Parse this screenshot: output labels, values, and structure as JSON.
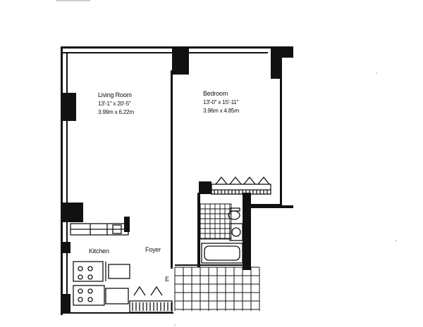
{
  "rooms": {
    "living": {
      "name": "Living Room",
      "dim_imperial": "13'-1\" x 20'-5\"",
      "dim_metric": "3.99m x 6.22m"
    },
    "bedroom": {
      "name": "Bedroom",
      "dim_imperial": "13'-0\" x 15'-11\"",
      "dim_metric": "3.96m x 4.85m"
    },
    "kitchen": {
      "name": "Kitchen"
    },
    "foyer": {
      "name": "Foyer"
    }
  },
  "entry_marker": "E",
  "icons": {
    "stove": "stove-burners-icon",
    "sink": "sink-icon",
    "toilet": "toilet-icon",
    "bathtub": "bathtub-icon",
    "radiator": "radiator-icon",
    "door": "door-swing-icon"
  },
  "colors": {
    "ink": "#111111",
    "paper": "#ffffff"
  }
}
